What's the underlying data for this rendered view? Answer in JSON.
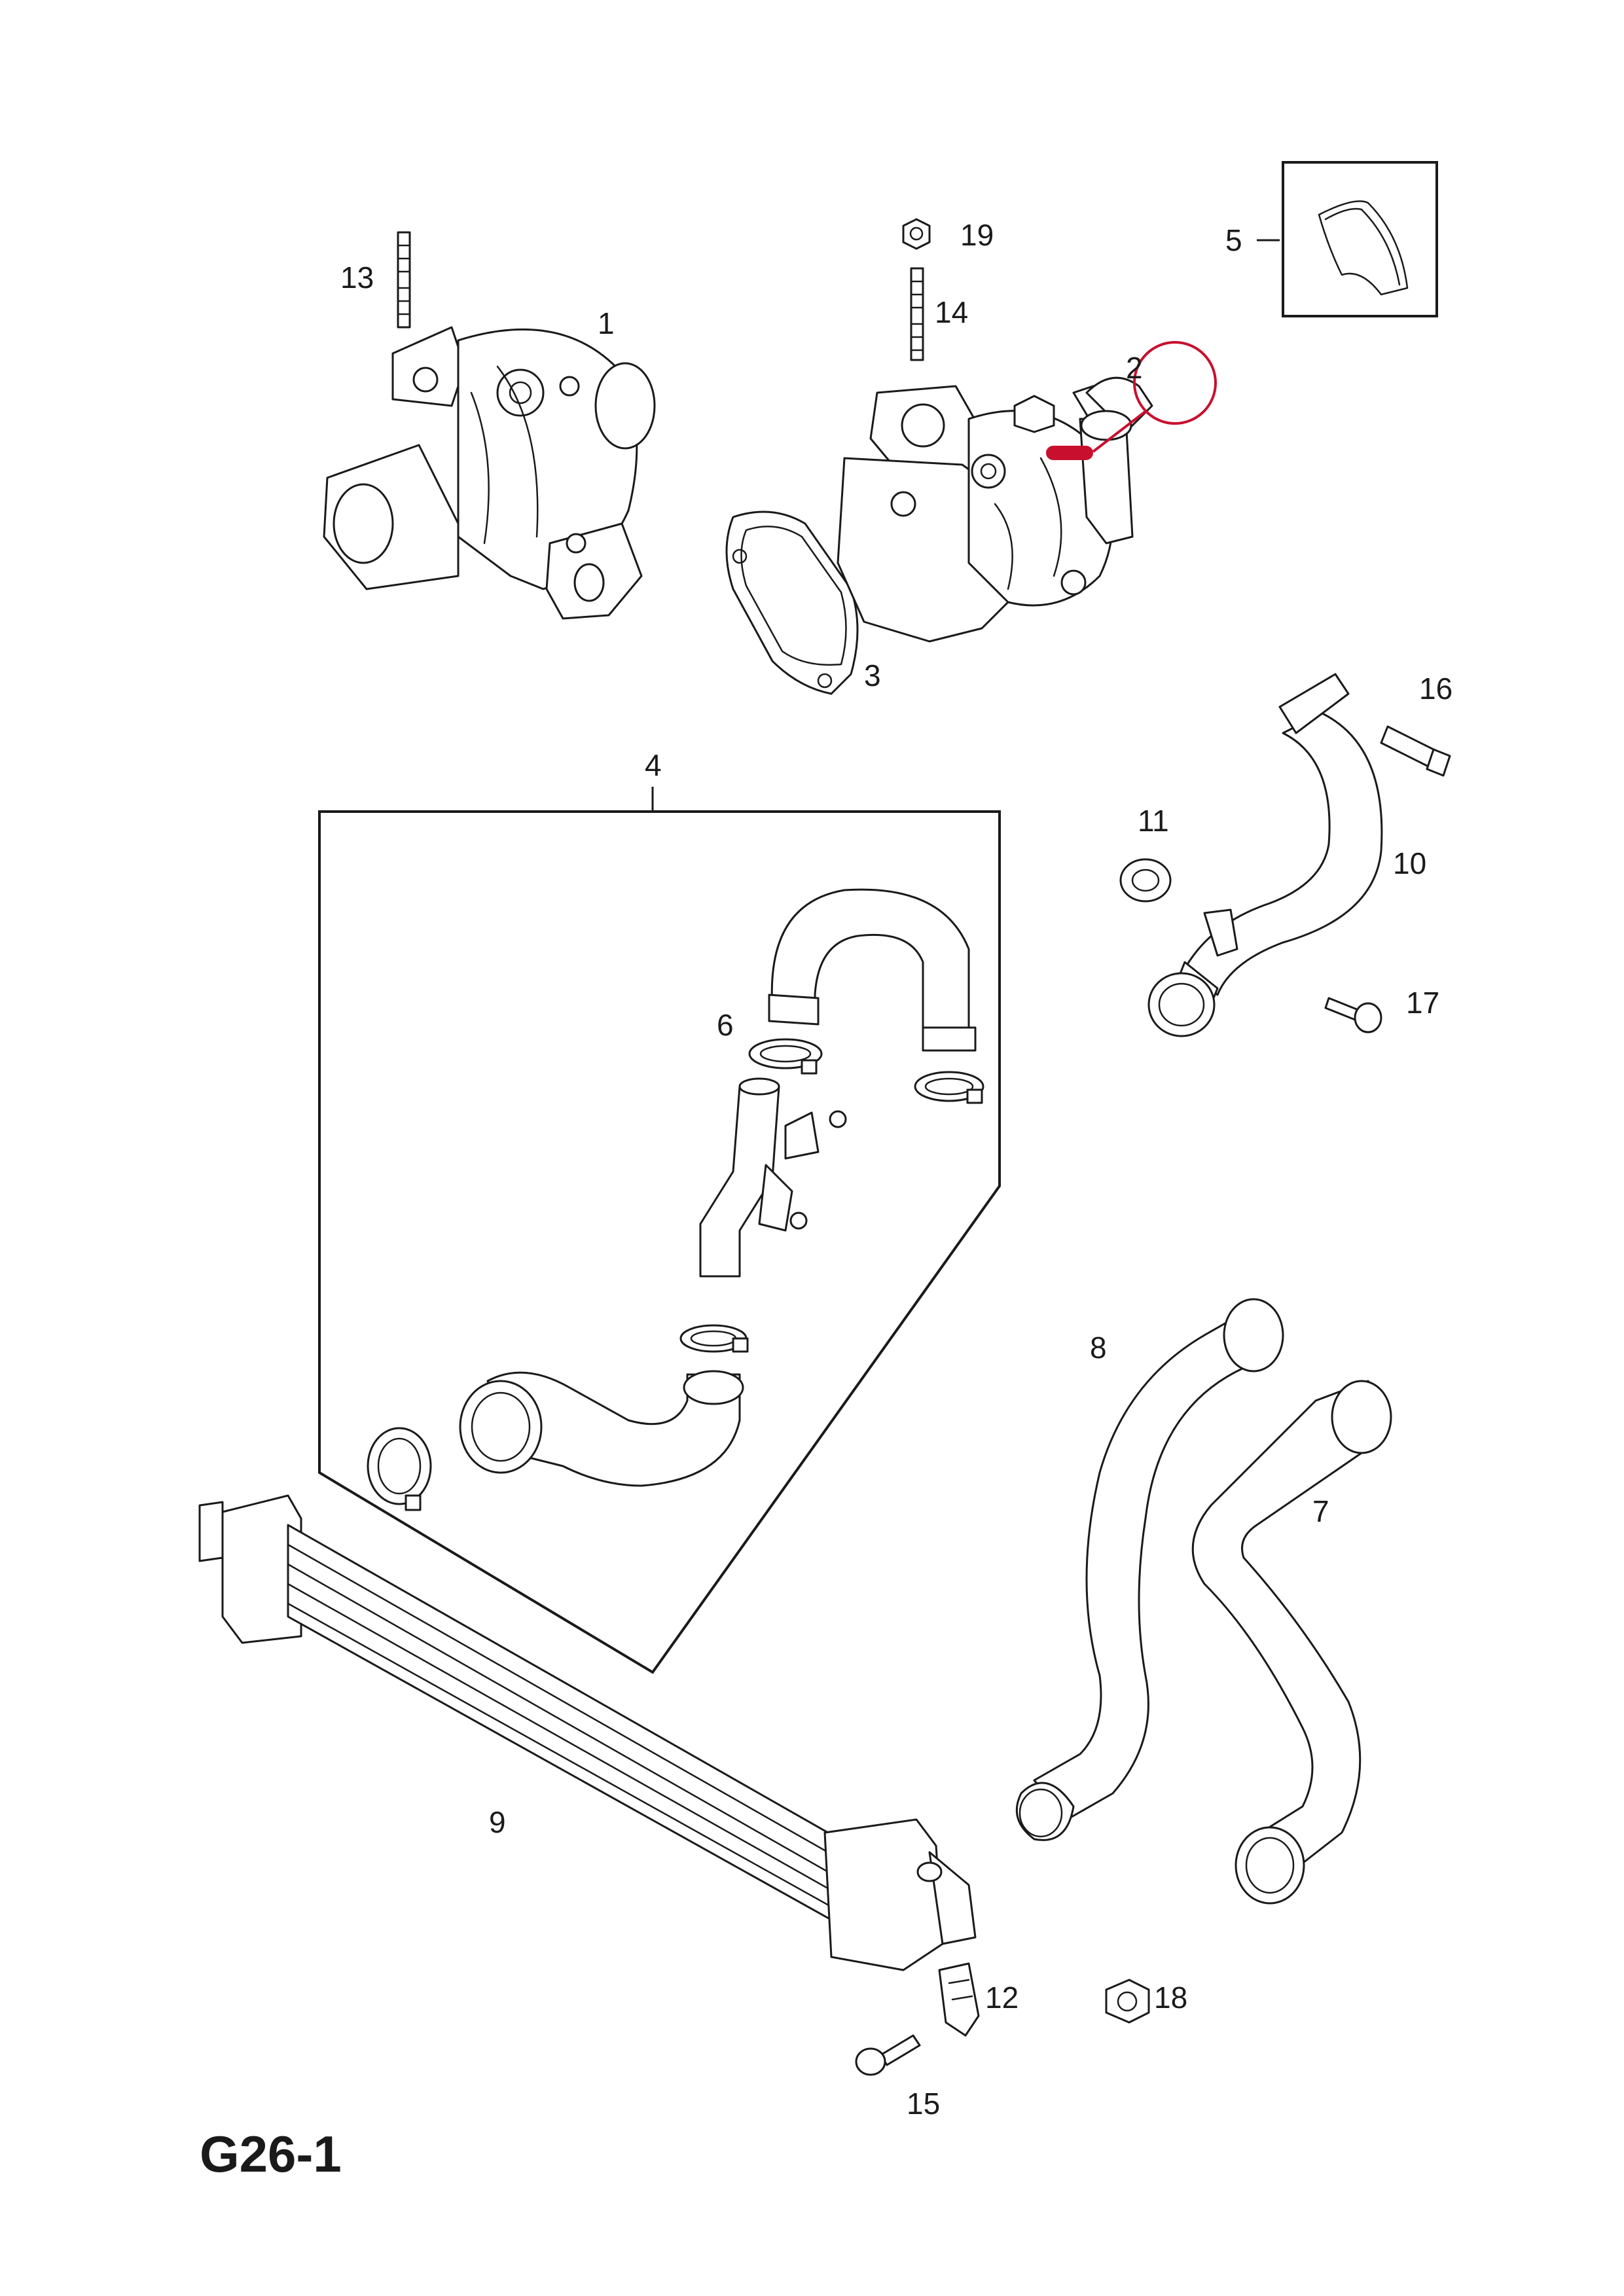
{
  "diagram": {
    "title": "G26-1",
    "labels": {
      "p1": "1",
      "p2": "2",
      "p3": "3",
      "p4": "4",
      "p5": "5",
      "p6": "6",
      "p7": "7",
      "p8": "8",
      "p9": "9",
      "p10": "10",
      "p11": "11",
      "p12": "12",
      "p13": "13",
      "p14": "14",
      "p15": "15",
      "p16": "16",
      "p17": "17",
      "p18": "18",
      "p19": "19"
    },
    "highlight_color": "#c8102e",
    "line_color": "#1a1a1a"
  }
}
